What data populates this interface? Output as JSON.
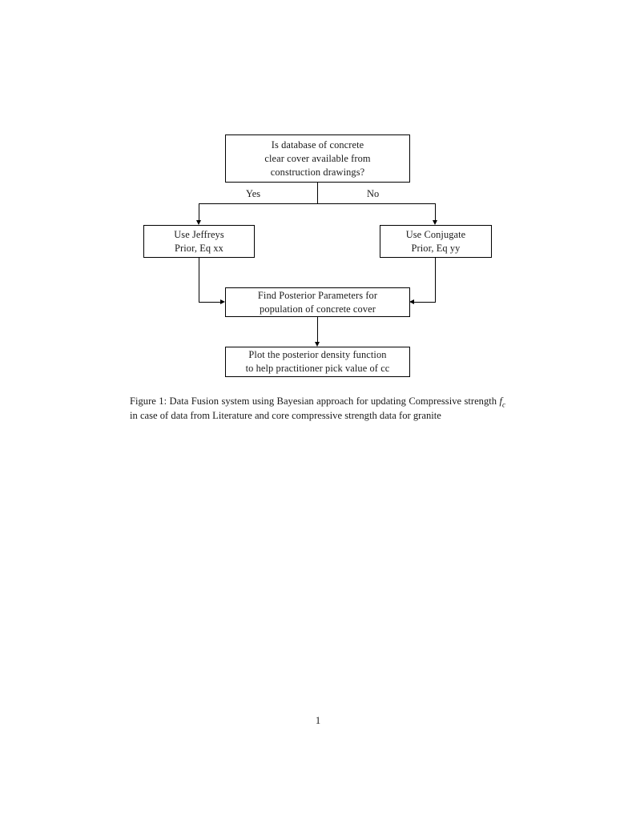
{
  "document": {
    "page_number": "1",
    "background_color": "#ffffff",
    "ink_color": "#000000"
  },
  "figure": {
    "nodes": [
      {
        "id": "question",
        "name": "decision-database-available",
        "lines": [
          "Is database of concrete",
          "clear cover available from",
          "construction drawings?"
        ]
      },
      {
        "id": "jeffreys",
        "name": "use-jeffreys-prior",
        "lines": [
          "Use Jeffreys",
          "Prior, Eq xx"
        ]
      },
      {
        "id": "conjugate",
        "name": "use-conjugate-prior",
        "lines": [
          "Use Conjugate",
          "Prior, Eq yy"
        ]
      },
      {
        "id": "posterior",
        "name": "find-posterior-parameters",
        "lines": [
          "Find Posterior Parameters for",
          "population of concrete cover"
        ]
      },
      {
        "id": "plot",
        "name": "plot-posterior-density",
        "lines": [
          "Plot the posterior density function",
          "to help practitioner pick value of cc"
        ]
      }
    ],
    "branch_labels": {
      "yes": "Yes",
      "no": "No"
    }
  },
  "caption": {
    "label": "Figure 1:",
    "text_before_math": " Data Fusion system using Bayesian approach for updating Compressive strength ",
    "math_symbol": "f",
    "math_subscript": "c",
    "text_after_math": " in case of data from Literature and core compressive strength data for granite"
  }
}
